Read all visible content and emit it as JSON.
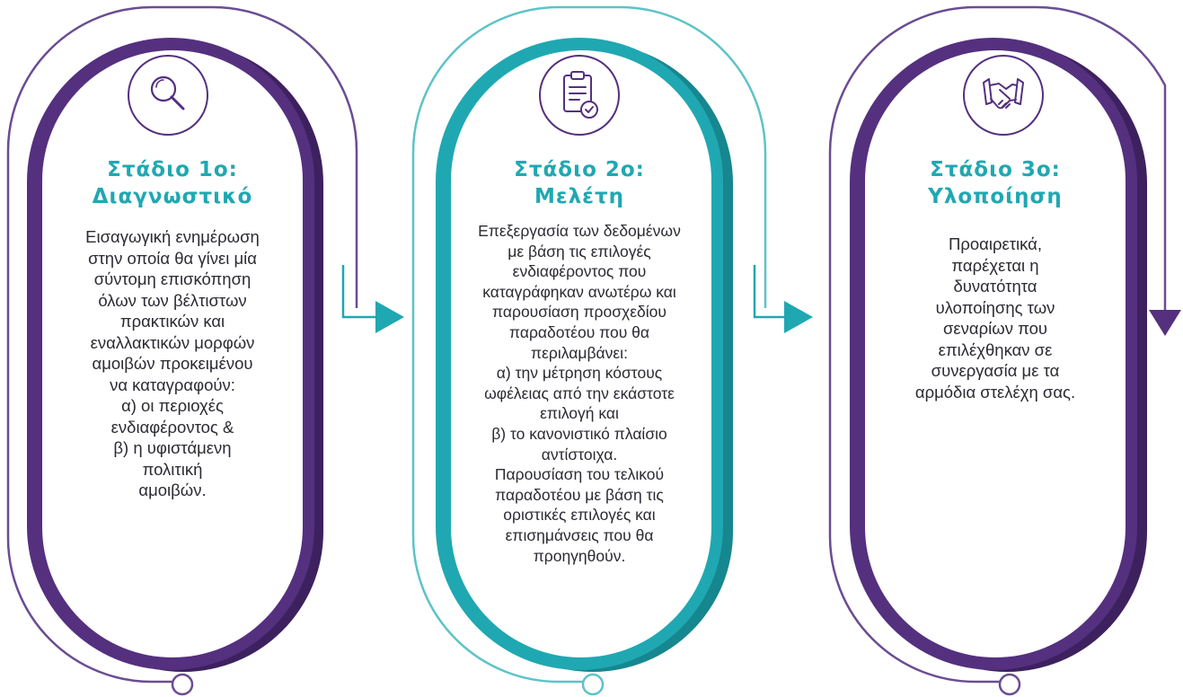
{
  "colors": {
    "purple": "#54307F",
    "teal": "#1FA8B2",
    "outer_purple": "#6B4C93",
    "outer_teal": "#5DC3C8",
    "shadow_purple": "#3D215F",
    "shadow_teal": "#16868F",
    "title": "#1FA8B2",
    "text": "#2b2b33"
  },
  "stages": [
    {
      "title": "Στάδιο 1ο:\nΔιαγνωστικό",
      "body": "Εισαγωγική ενημέρωση\nστην οποία θα γίνει μία\nσύντομη επισκόπηση\nόλων των βέλτιστων\nπρακτικών και\nεναλλακτικών μορφών\nαμοιβών προκειμένου\nνα καταγραφούν:\nα) οι περιοχές\nενδιαφέροντος &\nβ) η υφιστάμενη\nπολιτική\nαμοιβών.",
      "icon": "magnifier-icon"
    },
    {
      "title": "Στάδιο 2ο:\nΜελέτη",
      "body": "Επεξεργασία των δεδομένων\nμε βάση τις επιλογές\nενδιαφέροντος που\nκαταγράφηκαν ανωτέρω και\nπαρουσίαση προσχεδίου\nπαραδοτέου που θα\nπεριλαμβάνει:\nα) την μέτρηση κόστους\nωφέλειας από την εκάστοτε\nεπιλογή και\nβ) το κανονιστικό πλαίσιο\nαντίστοιχα.\nΠαρουσίαση του τελικού\nπαραδοτέου με βάση τις\nοριστικές επιλογές και\nεπισημάνσεις που θα\nπροηγηθούν.",
      "icon": "clipboard-check-icon"
    },
    {
      "title": "Στάδιο 3ο:\nΥλοποίηση",
      "body": "Προαιρετικά,\nπαρέχεται η\nδυνατότητα\nυλοποίησης των\nσεναρίων που\nεπιλέχθηκαν σε\nσυνεργασία με τα\nαρμόδια στελέχη σας.",
      "icon": "handshake-icon"
    }
  ]
}
